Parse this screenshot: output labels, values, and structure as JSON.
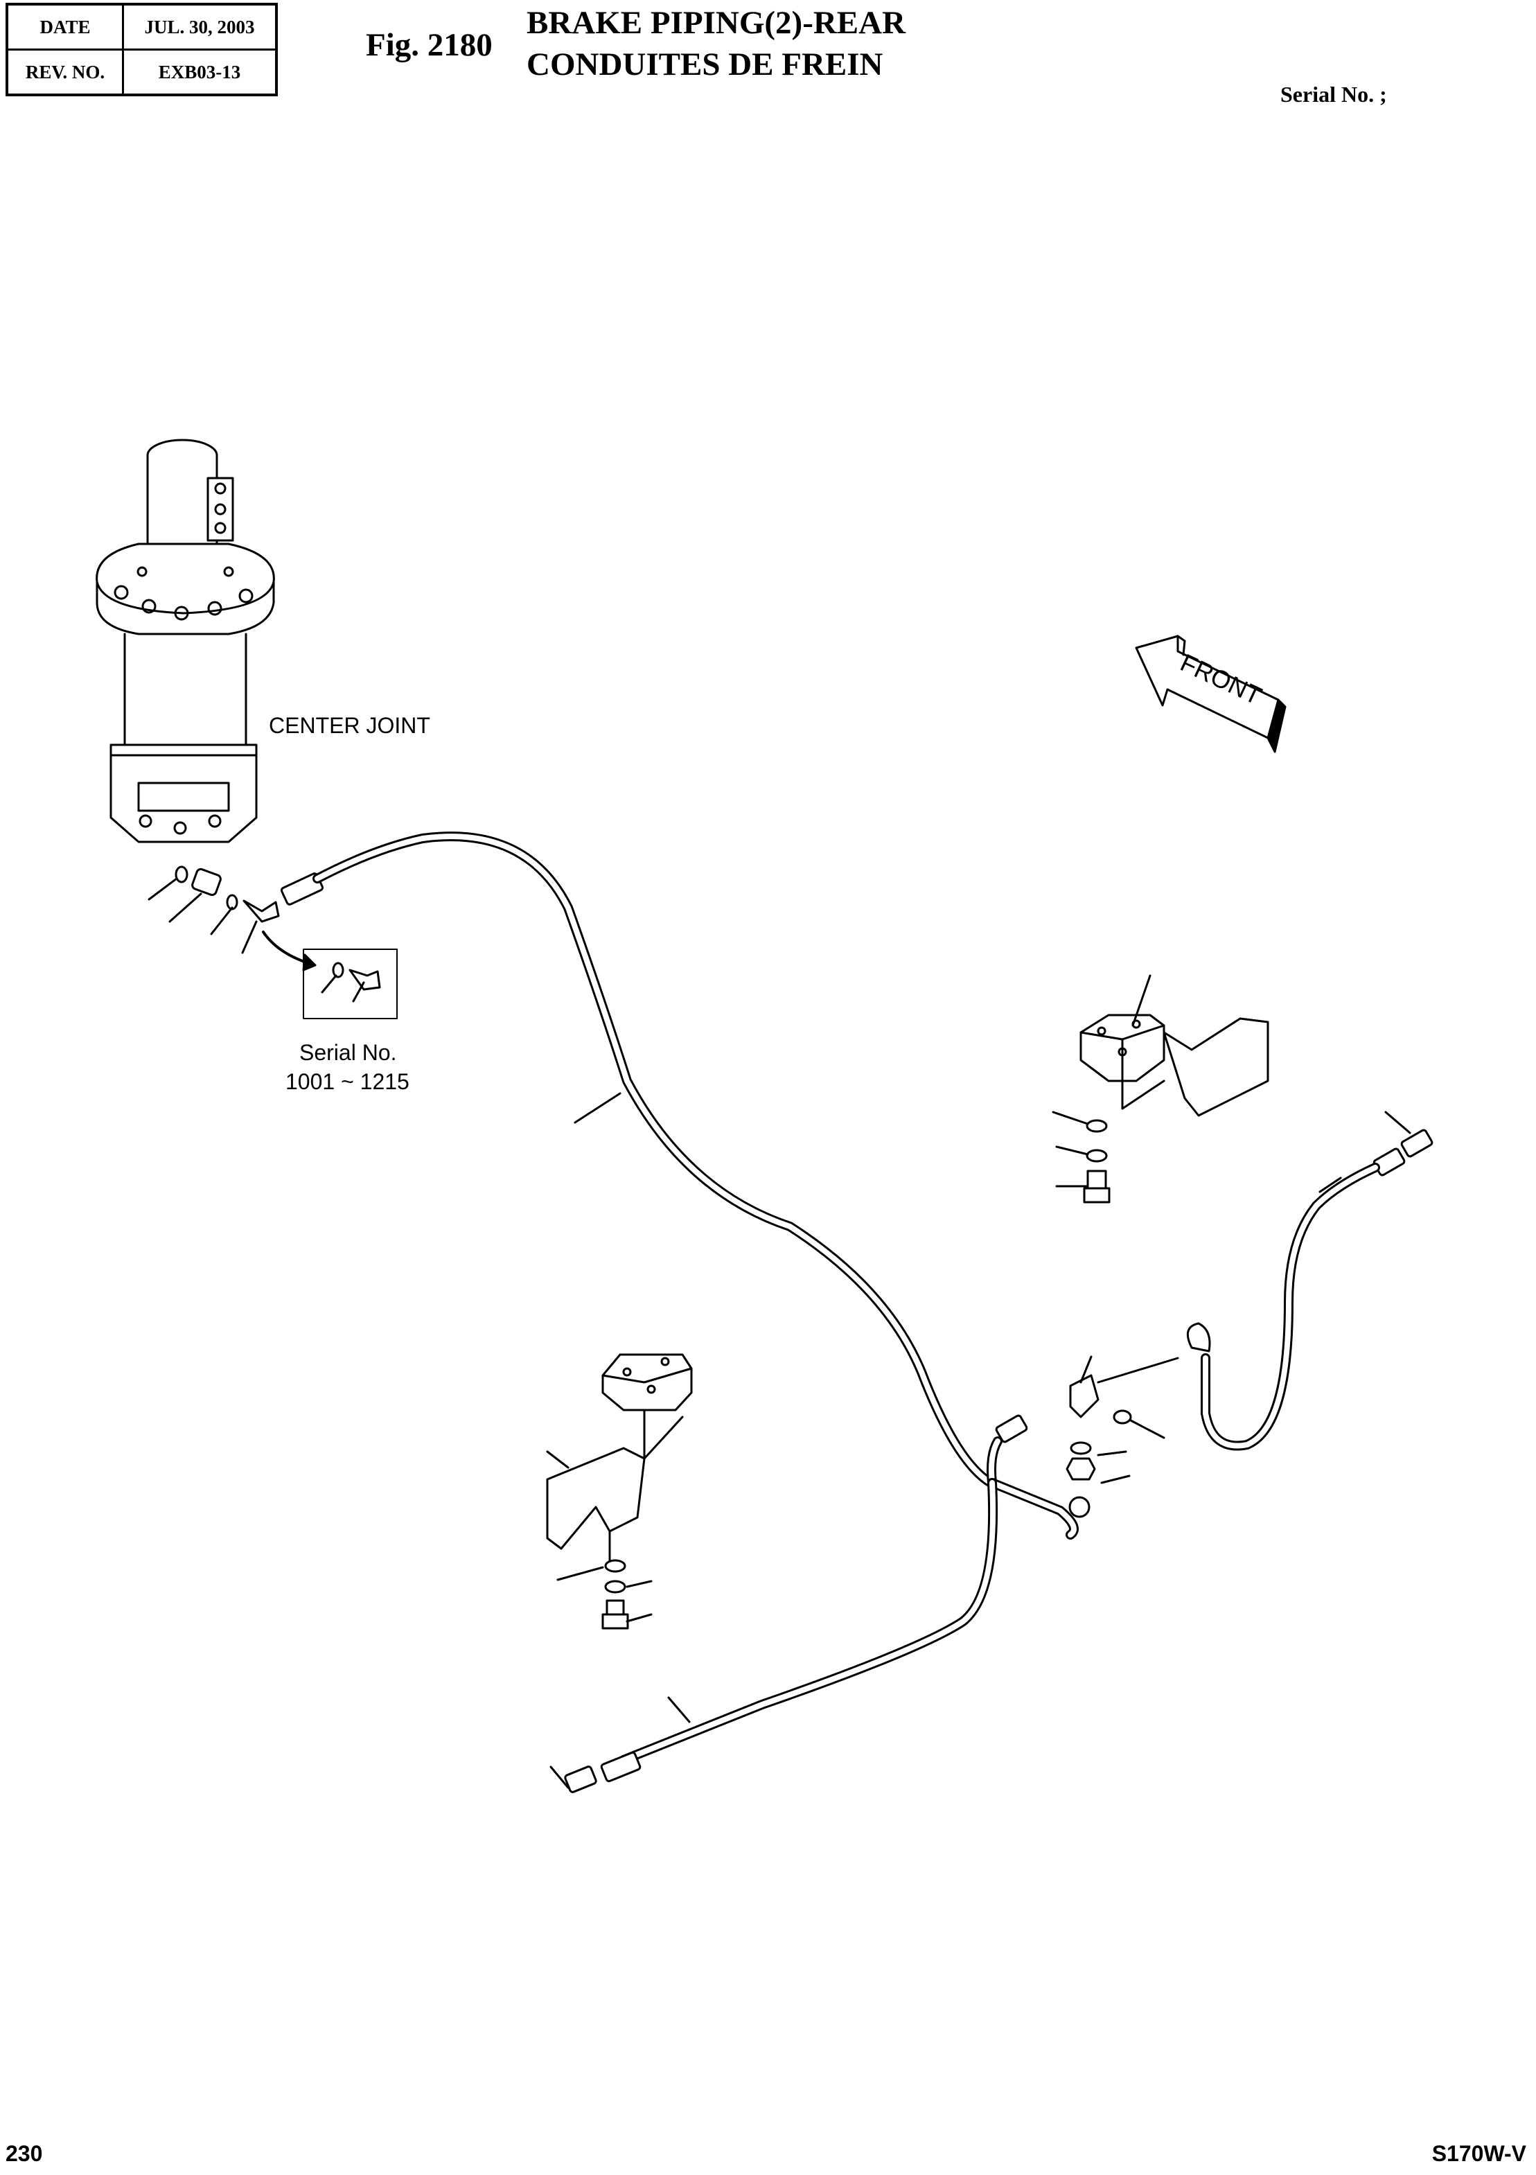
{
  "header": {
    "date_label": "DATE",
    "date_value": "JUL. 30, 2003",
    "rev_label": "REV. NO.",
    "rev_value": "EXB03-13",
    "fig_number": "Fig. 2180",
    "title_en": "BRAKE PIPING(2)-REAR",
    "title_fr": "CONDUITES DE FREIN",
    "serial_label": "Serial No. ;"
  },
  "diagram": {
    "center_joint_label": "CENTER JOINT",
    "front_label": "FRONT",
    "inset_serial_label": "Serial No.",
    "inset_serial_range": "1001 ~ 1215"
  },
  "footer": {
    "page_number": "230",
    "model": "S170W-V"
  }
}
